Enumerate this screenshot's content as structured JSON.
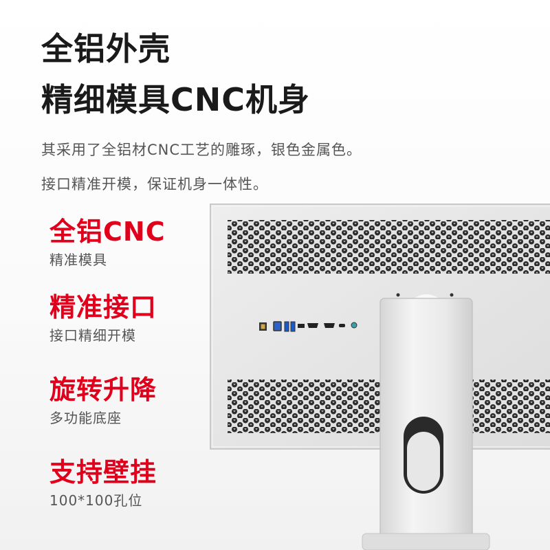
{
  "heading": {
    "line1": "全铝外壳",
    "line2": "精细模具CNC机身"
  },
  "description": {
    "line1": "其采用了全铝材CNC工艺的雕琢，银色金属色。",
    "line2": "接口精准开模，保证机身一体性。"
  },
  "features": [
    {
      "title": "全铝CNC",
      "subtitle": "精准模具"
    },
    {
      "title": "精准接口",
      "subtitle": "接口精细开模"
    },
    {
      "title": "旋转升降",
      "subtitle": "多功能底座"
    },
    {
      "title": "支持壁挂",
      "subtitle": "100*100孔位"
    }
  ],
  "colors": {
    "accent": "#e0001b",
    "heading": "#1a1a1a",
    "body_text": "#555555",
    "metal": "#e4e4e4"
  },
  "product_image": {
    "icons": [
      "monitor-back-icon",
      "vent-grille-icon",
      "usb-port-icon",
      "hdmi-port-icon",
      "stand-icon"
    ]
  }
}
